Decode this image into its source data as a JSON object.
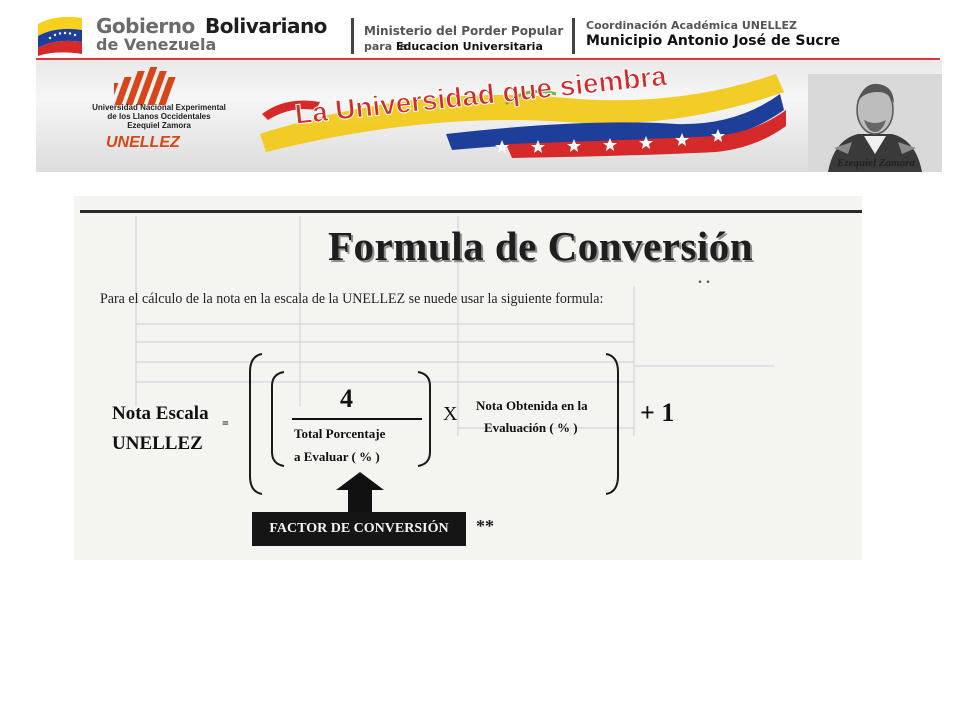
{
  "gov_banner": {
    "gobierno": "Gobierno",
    "bolivariano": "Bolivariano",
    "de_venezuela": "de Venezuela",
    "ministerio_line1": "Ministerio del Porder Popular",
    "ministerio_line2_prefix": "para la",
    "ministerio_line2": "Educacion Universitaria",
    "coordinacion": "Coordinación Académica UNELLEZ",
    "municipio": "Municipio Antonio José de Sucre"
  },
  "uni_header": {
    "uni_name_line1": "Universidad Nacional Experimental",
    "uni_name_line2": "de los Llanos Occidentales",
    "uni_name_line3": "Ezequiel Zamora",
    "acronym": "UNELLEZ",
    "slogan": "La Universidad que siembra",
    "portrait_caption": "Ezequiel Zamora"
  },
  "document": {
    "title": "Formula de Conversión",
    "intro": "Para el cálculo de la nota en la escala de la UNELLEZ se nuede usar la siguiente formula:",
    "label_line1": "Nota Escala",
    "label_line2": "UNELLEZ",
    "equals": "=",
    "numerator": "4",
    "denominator_line1": "Total Porcentaje",
    "denominator_line2": "a Evaluar ( % )",
    "times": "X",
    "nota_obtenida_line1": "Nota Obtenida en la",
    "nota_obtenida_line2": "Evaluación ( % )",
    "plus_one": "+ 1",
    "factor_label": "FACTOR DE CONVERSIÓN",
    "footnote_marker": "**",
    "dots": ". ."
  },
  "colors": {
    "flag_yellow": "#f7d11e",
    "flag_blue": "#1d3f9a",
    "flag_red": "#d62a2a",
    "unellez_orange": "#d64618",
    "banner_red_line": "#d23b3b"
  },
  "icons": {
    "flag": "venezuela-flag-icon",
    "logo": "unellez-logo",
    "portrait": "ezequiel-zamora-portrait",
    "arrow": "up-arrow-icon"
  }
}
